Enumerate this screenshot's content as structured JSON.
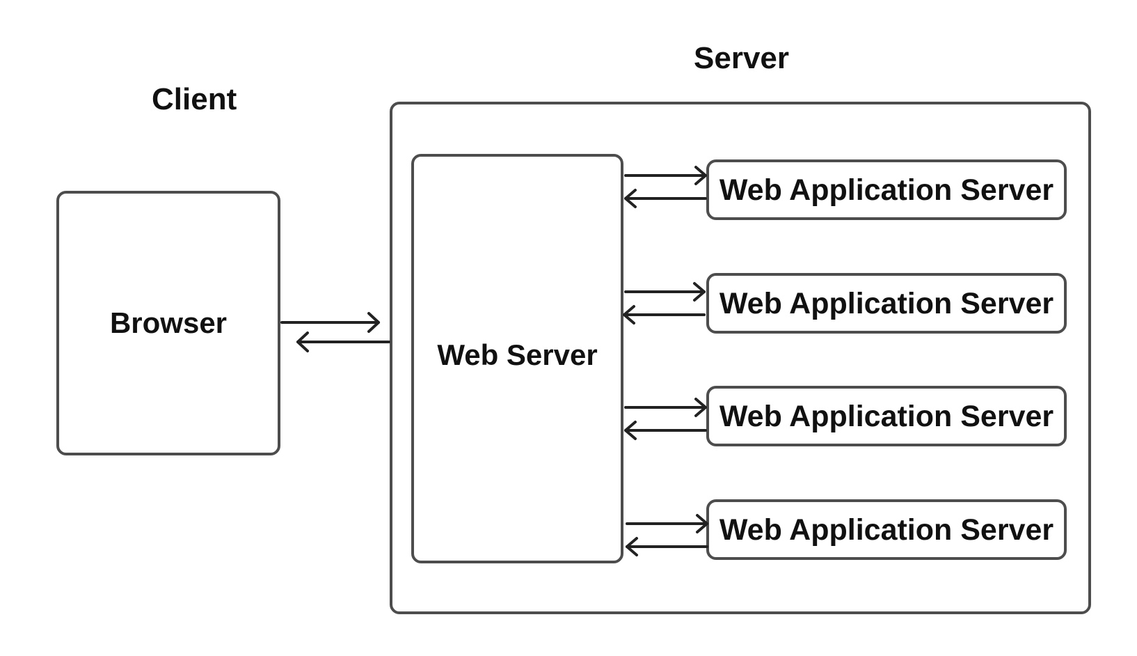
{
  "client": {
    "heading": "Client",
    "browser_label": "Browser"
  },
  "server": {
    "heading": "Server",
    "web_server_label": "Web Server",
    "app_servers": [
      {
        "label": "Web Application Server"
      },
      {
        "label": "Web Application Server"
      },
      {
        "label": "Web Application Server"
      },
      {
        "label": "Web Application Server"
      }
    ]
  },
  "colors": {
    "border": "#4d4d4d",
    "arrow": "#222222",
    "text": "#111111"
  }
}
